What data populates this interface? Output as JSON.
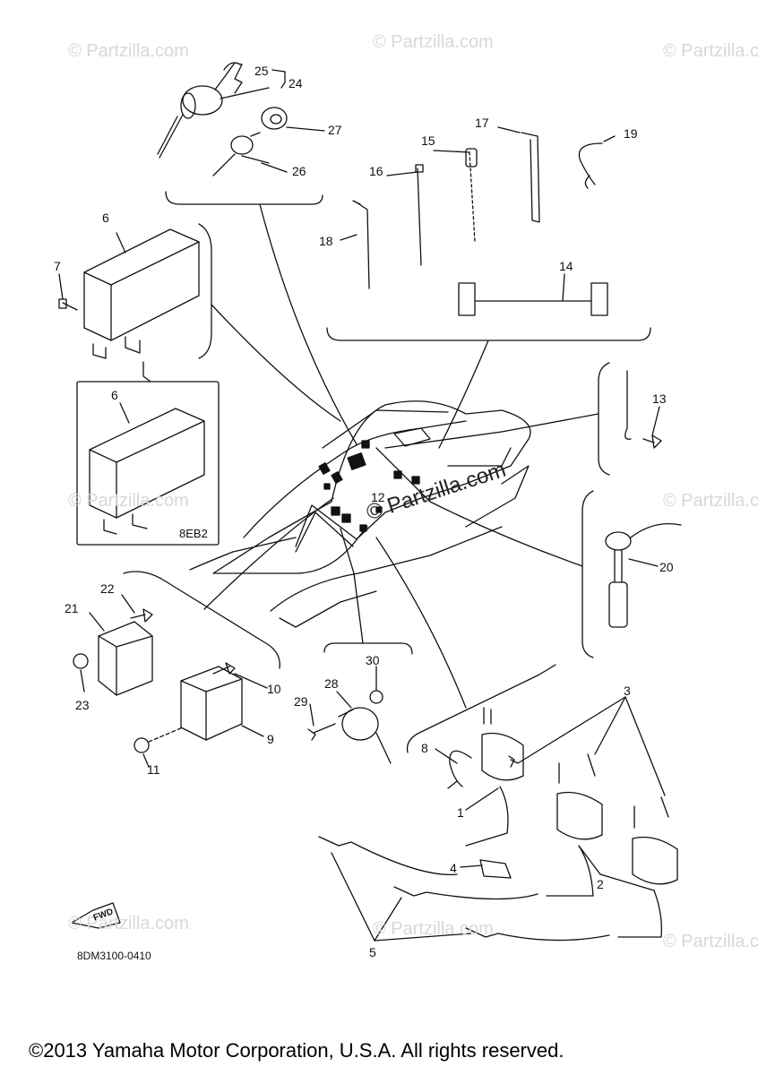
{
  "watermark": "© Partzilla.com",
  "diagram_code": "8DM3100-0410",
  "fwd_label": "FWD",
  "variant_label": "8EB2",
  "copyright": "©2013 Yamaha Motor Corporation, U.S.A. All rights reserved.",
  "callouts": {
    "c1": "1",
    "c2": "2",
    "c3": "3",
    "c4": "4",
    "c5": "5",
    "c6a": "6",
    "c6b": "6",
    "c7": "7",
    "c8": "8",
    "c9": "9",
    "c10": "10",
    "c11": "11",
    "c12": "12",
    "c13": "13",
    "c14": "14",
    "c15": "15",
    "c16": "16",
    "c17": "17",
    "c18": "18",
    "c19": "19",
    "c20": "20",
    "c21": "21",
    "c22": "22",
    "c23": "23",
    "c24": "24",
    "c25": "25",
    "c26": "26",
    "c27": "27",
    "c28": "28",
    "c29": "29",
    "c30": "30"
  }
}
